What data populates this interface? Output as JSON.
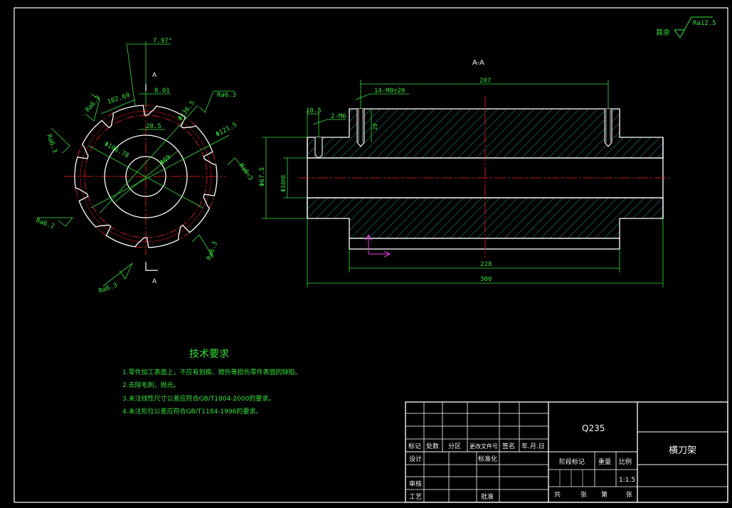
{
  "colors": {
    "background": "#000000",
    "outline": "#ffffff",
    "dimension": "#35e23a",
    "centerline": "#ff2020",
    "ucs": "#e040e0"
  },
  "surface_finish_general": {
    "label": "其余",
    "value": "Ra12.5"
  },
  "section_label": "A-A",
  "left_view": {
    "dims": {
      "angle": "7.97°",
      "chord": "102.69",
      "d_outer": "Φ136.5",
      "d_tooth": "Φ121.5",
      "d_root": "Φ106.78",
      "slot_w": "8.01",
      "slot_depth": "28.5",
      "d_bore": "Φ69"
    },
    "cut_marks": [
      "A",
      "A"
    ],
    "roughness": [
      "Ra6.3",
      "Ra6.3",
      "Ra6.3",
      "Ra6.3",
      "Ra6.2",
      "Ra6.3",
      "Ra6.3"
    ]
  },
  "section_view": {
    "dims": {
      "holes": "14-M8▽20",
      "span": "207",
      "offset": "10.5",
      "pin": "2-M6",
      "depth": "20",
      "d_shoulder": "Φ67.5",
      "d_bore": "Φ34H8",
      "len_mid": "228",
      "len_total": "300"
    }
  },
  "notes": {
    "title": "技术要求",
    "items": [
      "1.零件加工表面上，不应有划痕、擦伤等损伤零件表面的缺陷。",
      "2.去除毛刺，抛光。",
      "3.未注线性尺寸公差应符合GB/T1804-2000的要求。",
      "4.未注形位公差应符合GB/T1184-1996的要求。"
    ]
  },
  "title_block": {
    "material": "Q235",
    "part_name": "横刀架",
    "scale_value": "1:1.5",
    "row_labels": [
      "标记",
      "处数",
      "分区",
      "更改文件号",
      "签名",
      "年.月.日"
    ],
    "design": "设计",
    "standardize": "标准化",
    "review": "审核",
    "process": "工艺",
    "approve": "批准",
    "stage": "阶段标记",
    "weight": "重量",
    "scale": "比例",
    "sheets_total": "共",
    "sheets_unit": "张",
    "sheet_no": "第",
    "sheet_unit": "张"
  }
}
